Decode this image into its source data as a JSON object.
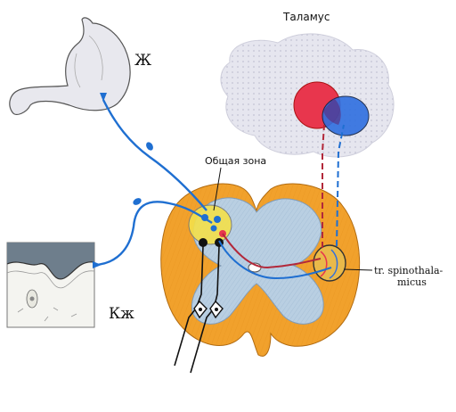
{
  "labels": {
    "thalamus": "Таламус",
    "stomach": "Ж",
    "common_zone": "Общая зона",
    "tract_line1": "tr. spinothala-",
    "tract_line2": "micus",
    "skin": "Кж"
  },
  "colors": {
    "afferent_visceral": "#1f6fd1",
    "afferent_somatic": "#1f6fd1",
    "thalamic_red": "#e8364d",
    "thalamic_blue": "#2f6fe0",
    "grey_matter": "#b9cfe2",
    "white_matter": "#f1a12c",
    "thalamus_fill": "#e6e6ef"
  }
}
